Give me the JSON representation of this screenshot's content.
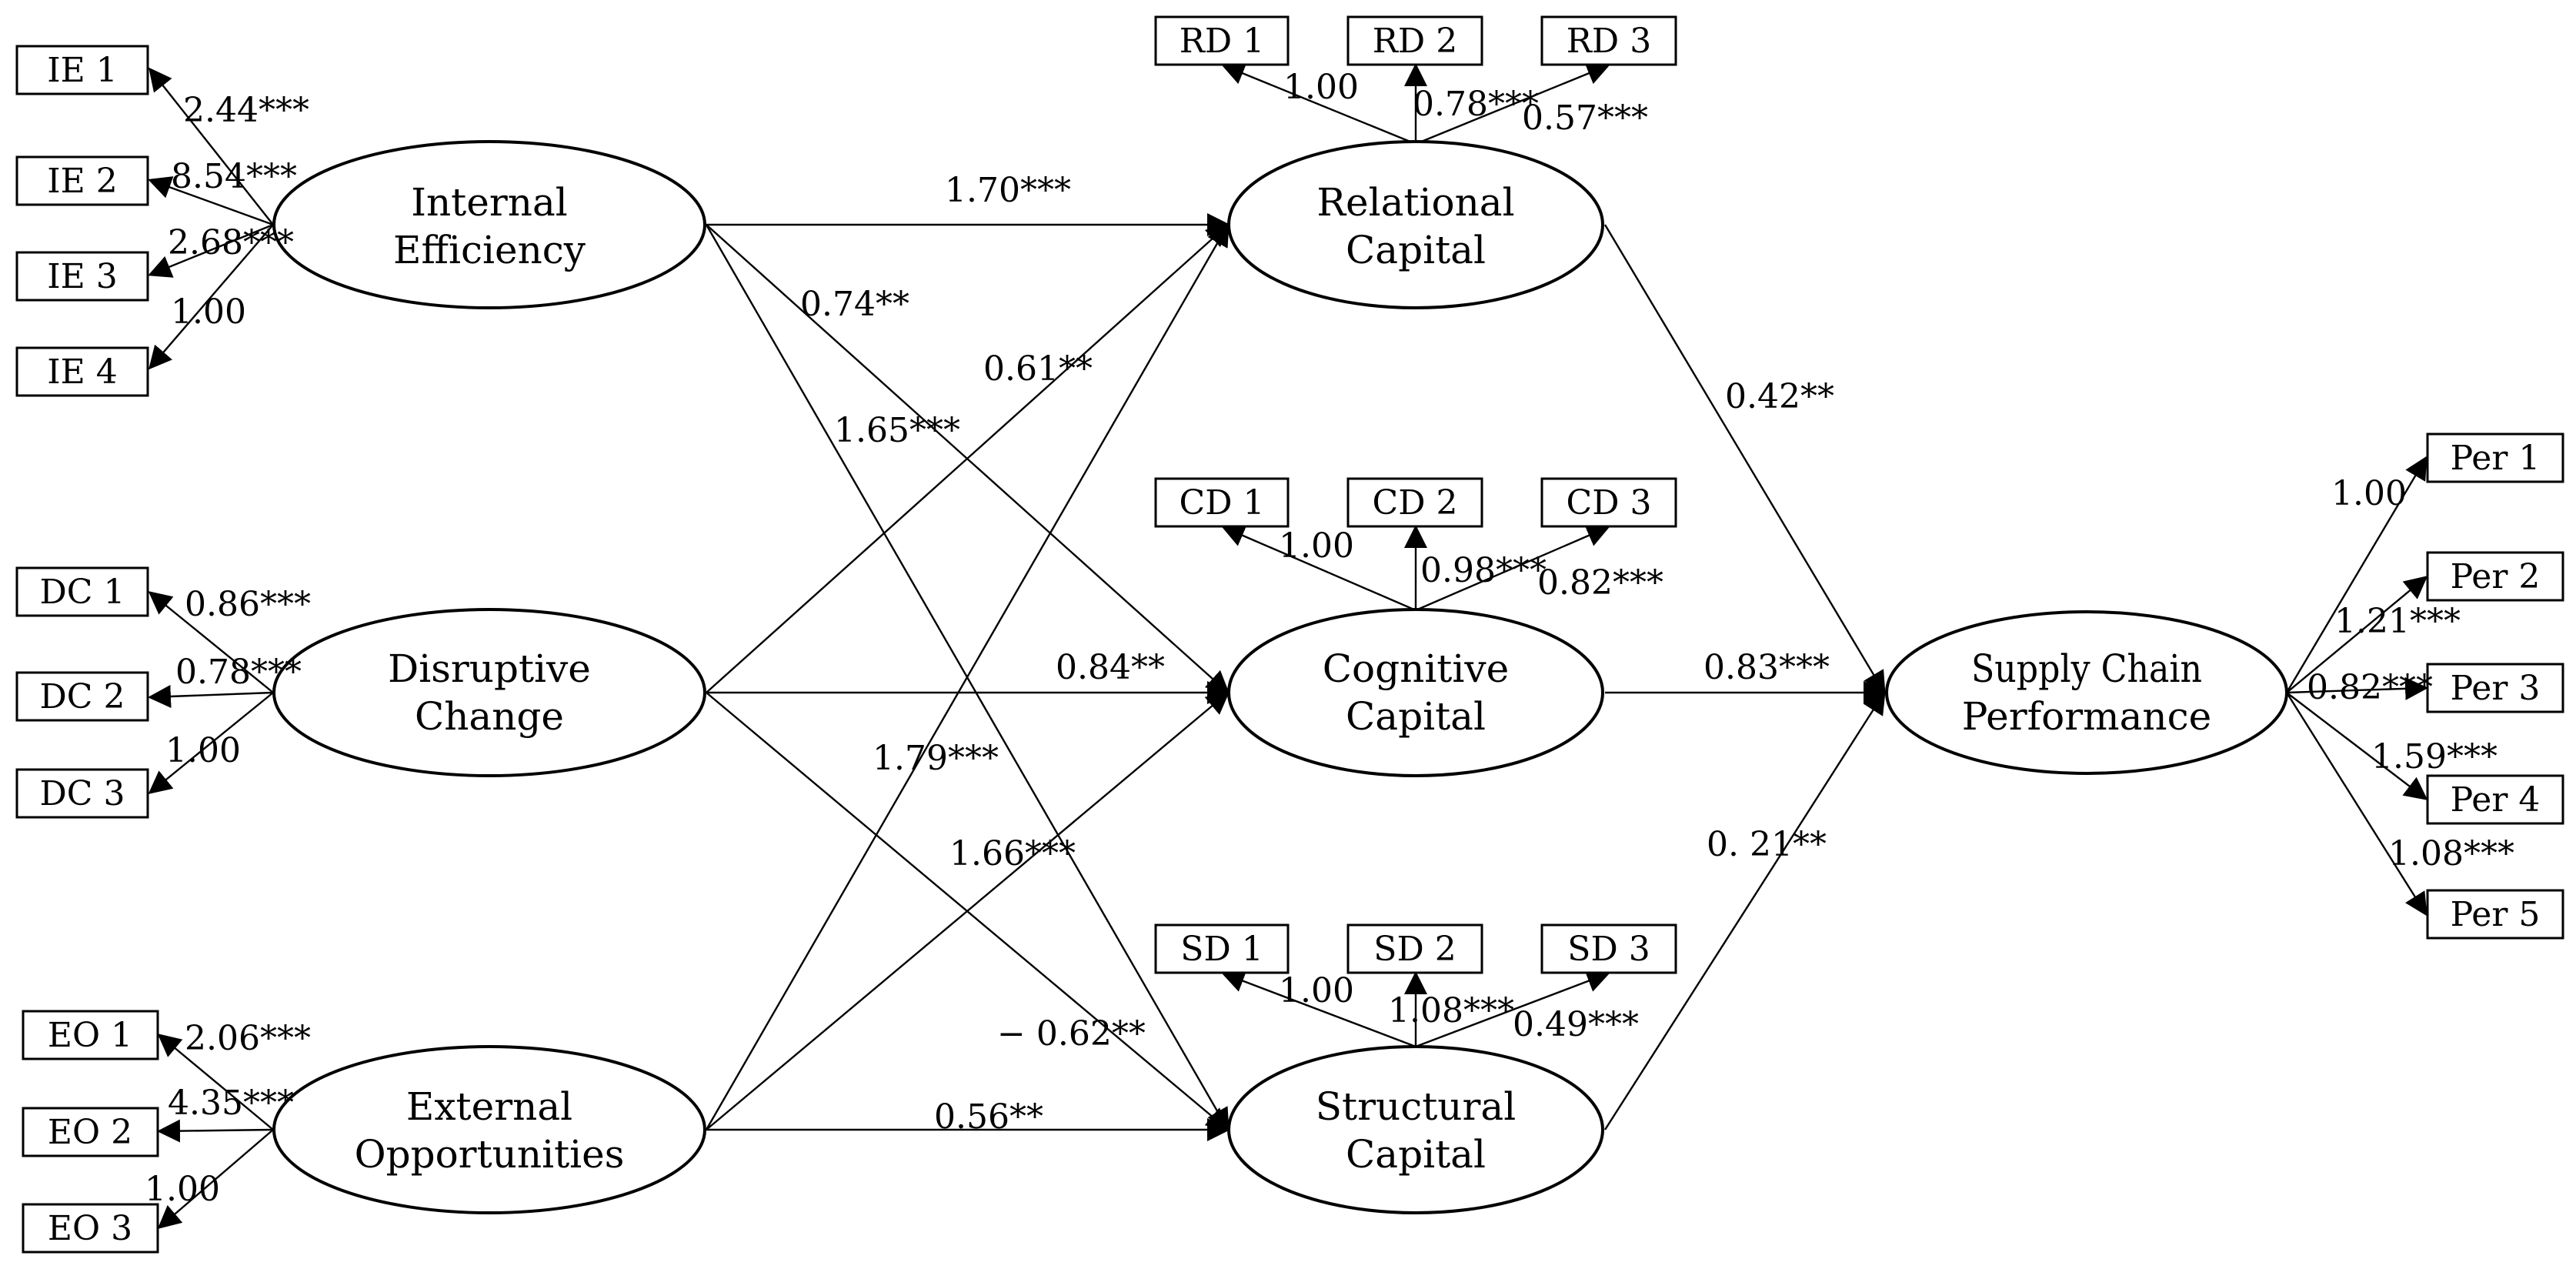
{
  "constructs": {
    "ie": {
      "line1": "Internal",
      "line2": "Efficiency"
    },
    "dc": {
      "line1": "Disruptive",
      "line2": "Change"
    },
    "eo": {
      "line1": "External",
      "line2": "Opportunities"
    },
    "rc": {
      "line1": "Relational",
      "line2": "Capital"
    },
    "cc": {
      "line1": "Cognitive",
      "line2": "Capital"
    },
    "sc": {
      "line1": "Structural",
      "line2": "Capital"
    },
    "scp": {
      "line1": "Supply Chain",
      "line2": "Performance"
    }
  },
  "indicators": {
    "ie1": "IE 1",
    "ie2": "IE 2",
    "ie3": "IE 3",
    "ie4": "IE 4",
    "dc1": "DC 1",
    "dc2": "DC 2",
    "dc3": "DC 3",
    "eo1": "EO 1",
    "eo2": "EO 2",
    "eo3": "EO 3",
    "rd1": "RD 1",
    "rd2": "RD 2",
    "rd3": "RD 3",
    "cd1": "CD 1",
    "cd2": "CD 2",
    "cd3": "CD 3",
    "sd1": "SD 1",
    "sd2": "SD 2",
    "sd3": "SD 3",
    "per1": "Per 1",
    "per2": "Per 2",
    "per3": "Per 3",
    "per4": "Per 4",
    "per5": "Per 5"
  },
  "loadings": {
    "ie1": "2.44***",
    "ie2": "8.54***",
    "ie3": "2.68***",
    "ie4": "1.00",
    "dc1": "0.86***",
    "dc2": "0.78***",
    "dc3": "1.00",
    "eo1": "2.06***",
    "eo2": "4.35***",
    "eo3": "1.00",
    "rd1": "1.00",
    "rd2": "0.78***",
    "rd3": "0.57***",
    "cd1": "1.00",
    "cd2": "0.98***",
    "cd3": "0.82***",
    "sd1": "1.00",
    "sd2": "1.08***",
    "sd3": "0.49***",
    "per1": "1.00",
    "per2": "1.21***",
    "per3": "0.82***",
    "per4": "1.59***",
    "per5": "1.08***"
  },
  "paths": {
    "ie_rc": "1.70***",
    "ie_cc": "0.74**",
    "ie_sc": "1.65***",
    "dc_rc": "0.61**",
    "dc_cc": "0.84**",
    "dc_sc": "1.66***",
    "eo_rc": "1.79***",
    "eo_cc": "− 0.62**",
    "eo_sc": "0.56**",
    "rc_scp": "0.42**",
    "cc_scp": "0.83***",
    "sc_scp": "0. 21**"
  }
}
